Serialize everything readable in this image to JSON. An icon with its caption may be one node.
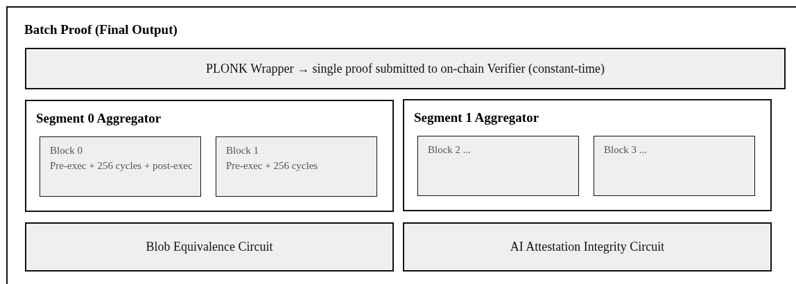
{
  "diagram": {
    "nodes": [
      {
        "text": [
          "Batch Proof (Final Output)"
        ]
      },
      {
        "text": [
          "PLONK Wrapper → single proof submitted to on-chain Verifier (constant-time)"
        ],
        "in": 0
      },
      {
        "text": [
          "Segment 0 Aggregator"
        ],
        "in": 0
      },
      {
        "text": [
          "Block 0",
          "Pre-exec + 256 cycles + post-exec"
        ],
        "in": 2
      },
      {
        "text": [
          "Block 1",
          "Pre-exec + 256 cycles"
        ],
        "in": 2
      },
      {
        "text": [
          "Segment 1 Aggregator"
        ],
        "in": 0
      },
      {
        "text": [
          "Block 2 ..."
        ],
        "in": 5
      },
      {
        "text": [
          "Block 3 ..."
        ],
        "in": 5
      },
      {
        "text": [
          "Blob Equivalence Circuit"
        ],
        "in": 0
      },
      {
        "text": [
          "AI Attestation Integrity Circuit"
        ],
        "in": 0
      }
    ]
  }
}
